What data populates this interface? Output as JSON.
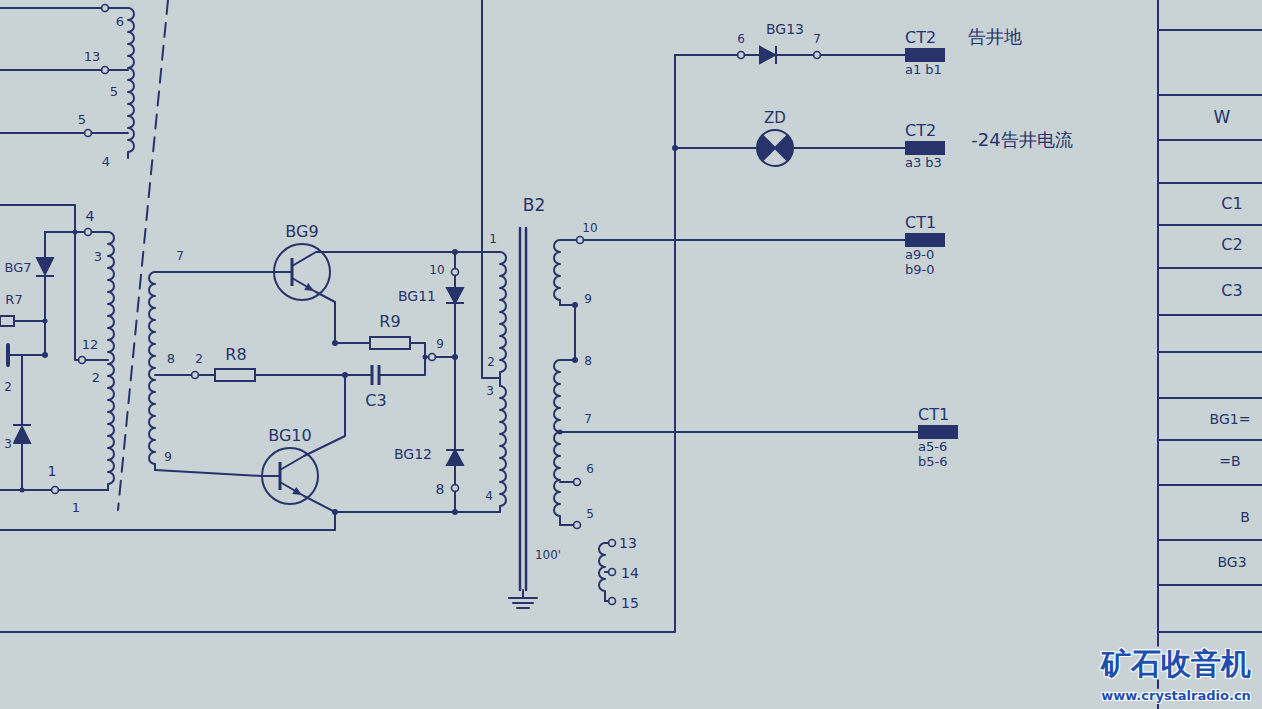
{
  "diagram": {
    "nodes": [
      {
        "text": [
          "BG9"
        ]
      },
      {
        "text": [
          "BG10"
        ]
      },
      {
        "text": [
          "ZD"
        ]
      },
      {
        "text": [
          "CT2",
          "a1 b1"
        ]
      },
      {
        "text": [
          "CT2",
          "a3 b3"
        ]
      },
      {
        "text": [
          "CT1",
          "a9-0 b9-0"
        ]
      },
      {
        "text": [
          "CT1",
          "a5-6 b5-6"
        ]
      }
    ],
    "edges": [
      {
        "from": 2,
        "to": 4,
        "arrow": "none"
      }
    ],
    "labels": [
      "6",
      "13",
      "5",
      "5",
      "4",
      "BG7",
      "R7",
      "2",
      "3",
      "4",
      "3",
      "12",
      "2",
      "1",
      "1",
      "7",
      "8",
      "9",
      "2",
      "R8",
      "R9",
      "9",
      "C3",
      "10",
      "BG11",
      "BG12",
      "8",
      "B2",
      "1",
      "2",
      "3",
      "4",
      "10",
      "9",
      "8",
      "7",
      "6",
      "5",
      "100'",
      "13",
      "14",
      "15",
      "BG13",
      "6",
      "7",
      "告井地",
      "-24告井电流",
      "W",
      "C1",
      "C2",
      "C3",
      "BG1=",
      "=B",
      "B",
      "BG3",
      "矿石收音机",
      "www.crystalradio.cn"
    ]
  }
}
